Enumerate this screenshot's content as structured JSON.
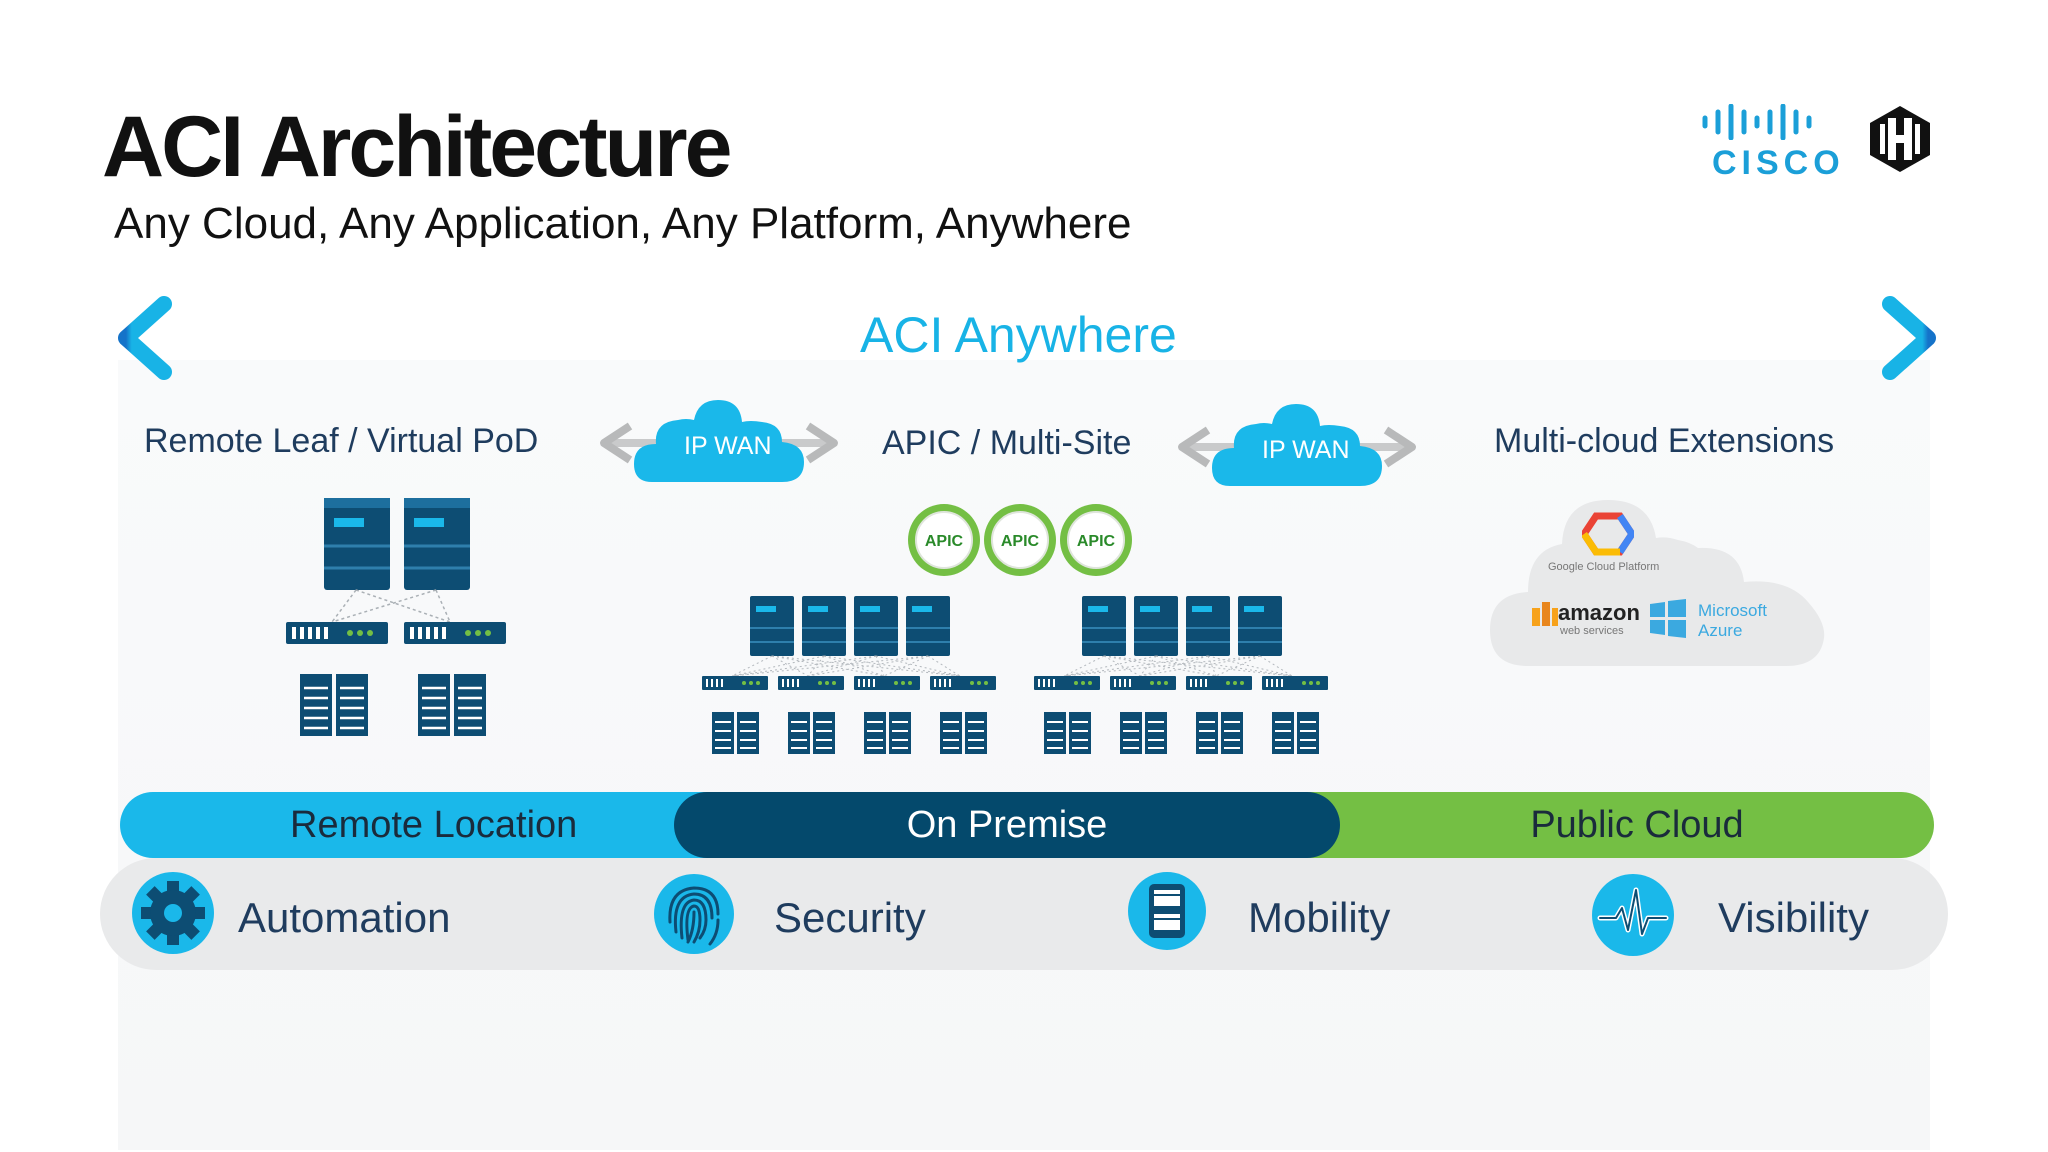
{
  "title": "ACI Architecture",
  "subtitle": "Any Cloud, Any Application, Any Platform, Anywhere",
  "logos": {
    "cisco": "CISCO",
    "hashicorp": "hashicorp-logo-icon"
  },
  "banner": {
    "label": "ACI Anywhere",
    "color": "#18b3e6"
  },
  "sections": {
    "remote": {
      "label": "Remote Leaf / Virtual PoD"
    },
    "apic": {
      "label": "APIC / Multi-Site",
      "controllers": [
        "APIC",
        "APIC",
        "APIC"
      ]
    },
    "multicloud": {
      "label": "Multi-cloud Extensions",
      "providers": {
        "gcp": "Google Cloud Platform",
        "aws": "amazon",
        "aws_sub": "web services",
        "azure_1": "Microsoft",
        "azure_2": "Azure"
      }
    }
  },
  "wan_links": [
    "IP WAN",
    "IP WAN"
  ],
  "bands": [
    {
      "label": "Remote Location",
      "color": "#1ab8ea"
    },
    {
      "label": "On Premise",
      "color": "#04496c"
    },
    {
      "label": "Public Cloud",
      "color": "#74bf44"
    }
  ],
  "features": [
    {
      "label": "Automation",
      "icon": "gear-icon"
    },
    {
      "label": "Security",
      "icon": "fingerprint-icon"
    },
    {
      "label": "Mobility",
      "icon": "mobility-icon"
    },
    {
      "label": "Visibility",
      "icon": "pulse-icon"
    }
  ],
  "colors": {
    "navy": "#0d4d73",
    "accent": "#1ab8ea",
    "green": "#74bf44",
    "text": "#1f3c5e"
  }
}
